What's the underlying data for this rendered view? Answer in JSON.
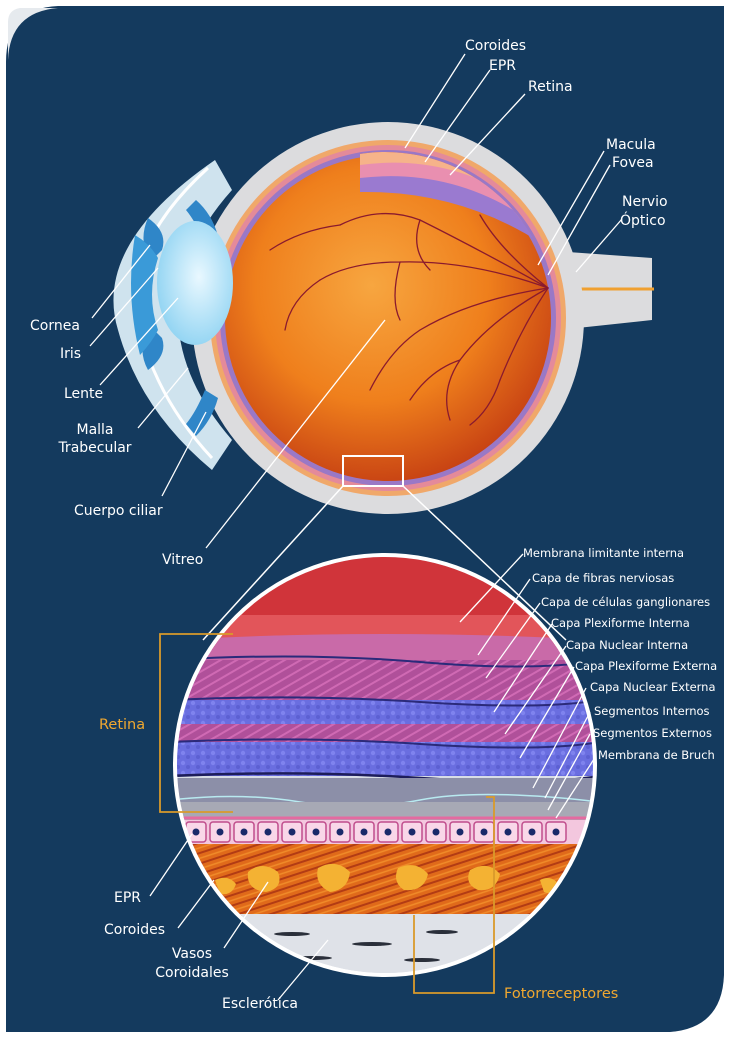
{
  "labels": {
    "coroides_top": "Coroides",
    "epr_top": "EPR",
    "retina_top": "Retina",
    "macula": "Macula",
    "fovea": "Fovea",
    "nervio": "Nervio",
    "optico": "Óptico",
    "cornea": "Cornea",
    "iris": "Iris",
    "lente": "Lente",
    "malla": "Malla",
    "trabecular": "Trabecular",
    "cuerpo_ciliar": "Cuerpo ciliar",
    "vitreo": "Vitreo"
  },
  "layers": [
    "Membrana limitante interna",
    "Capa de fibras nerviosas",
    "Capa de células ganglionares",
    "Capa Plexiforme Interna",
    "Capa Nuclear Interna",
    "Capa Plexiforme Externa",
    "Capa Nuclear Externa",
    "Segmentos Internos",
    "Segmentos Externos",
    "Membrana de Bruch"
  ],
  "detail": {
    "retina": "Retina",
    "fotorreceptores": "Fotorreceptores",
    "epr": "EPR",
    "coroides": "Coroides",
    "vasos_1": "Vasos",
    "vasos_2": "Coroidales",
    "esclerotica": "Esclerótica"
  },
  "colors": {
    "background": "#143a5e",
    "sclera": "#dcdcde",
    "vitreous": "#f08a1e",
    "blood_vessel": "#8a1a2e",
    "accent_bracket": "#d99a2b"
  }
}
